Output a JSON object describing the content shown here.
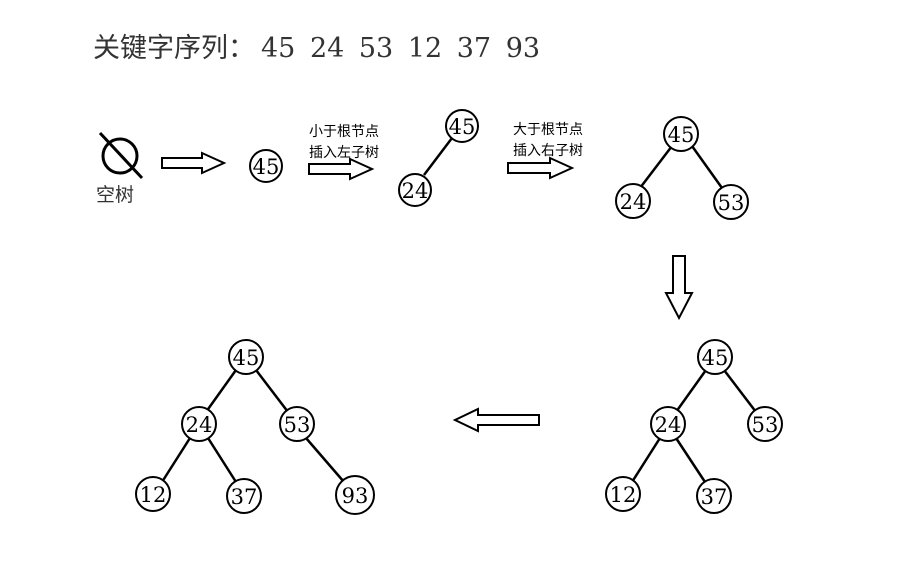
{
  "title": {
    "label": "关键字序列：",
    "keys": "45 24 53 12 37 93"
  },
  "empty_tree": {
    "label": "空树"
  },
  "captions": {
    "left_insert": [
      "小于根节点",
      "插入左子树"
    ],
    "right_insert": [
      "大于根节点",
      "插入右子树"
    ]
  },
  "trees": [
    {
      "id": "step1",
      "nodes": [
        "45"
      ]
    },
    {
      "id": "step2",
      "nodes": [
        "45",
        "24"
      ]
    },
    {
      "id": "step3",
      "nodes": [
        "45",
        "24",
        "53"
      ]
    },
    {
      "id": "step4",
      "nodes": [
        "45",
        "24",
        "53",
        "12",
        "37"
      ]
    },
    {
      "id": "step5",
      "nodes": [
        "45",
        "24",
        "53",
        "12",
        "37",
        "93"
      ]
    }
  ],
  "colors": {
    "stroke": "#000000",
    "title": "#333333"
  },
  "icons": [
    "empty-set-icon",
    "arrow-right-icon",
    "arrow-down-icon",
    "arrow-left-icon"
  ]
}
